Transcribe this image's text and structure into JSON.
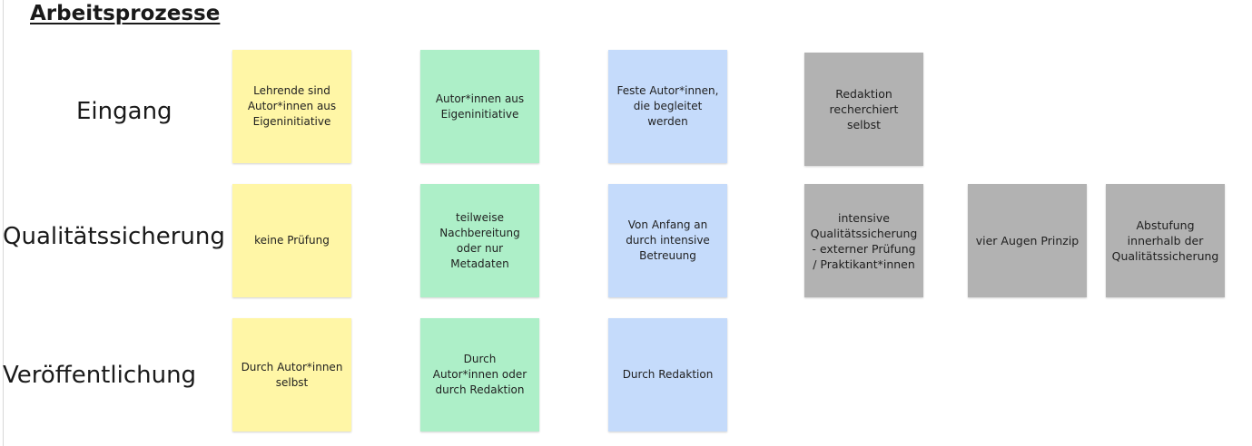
{
  "title": "Arbeitsprozesse",
  "colors": {
    "yellow": "#fff6a6",
    "green": "#adefc8",
    "blue": "#c5dbfb",
    "grey": "#b2b2b2"
  },
  "rows": [
    {
      "label": "Eingang",
      "notes": [
        {
          "text": "Lehrende sind Autor*innen aus Eigeninitiative",
          "color": "yellow"
        },
        {
          "text": "Autor*innen aus Eigeninitiative",
          "color": "green"
        },
        {
          "text": "Feste Autor*innen, die begleitet werden",
          "color": "blue"
        },
        {
          "text": "Redaktion recherchiert selbst",
          "color": "grey"
        }
      ]
    },
    {
      "label": "Qualitätssicherung",
      "notes": [
        {
          "text": "keine Prüfung",
          "color": "yellow"
        },
        {
          "text": "teilweise Nachbereitung oder nur Metadaten",
          "color": "green"
        },
        {
          "text": "Von Anfang an durch intensive Betreuung",
          "color": "blue"
        },
        {
          "text": "intensive Qualitätssicherung - externer Prüfung / Praktikant*innen",
          "color": "grey"
        },
        {
          "text": "vier Augen Prinzip",
          "color": "grey"
        },
        {
          "text": "Abstufung innerhalb der Qualitätssicherung",
          "color": "grey"
        }
      ]
    },
    {
      "label": "Veröffentlichung",
      "notes": [
        {
          "text": "Durch Autor*innen selbst",
          "color": "yellow"
        },
        {
          "text": "Durch Autor*innen oder durch Redaktion",
          "color": "green"
        },
        {
          "text": "Durch Redaktion",
          "color": "blue"
        }
      ]
    }
  ]
}
